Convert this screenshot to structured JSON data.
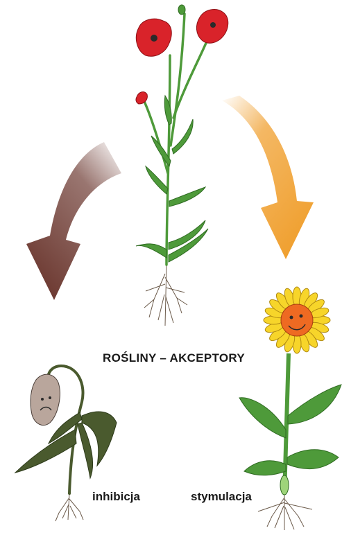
{
  "diagram": {
    "title": "ROŚLINY – AKCEPTORY",
    "outcomes": {
      "left": "inhibicja",
      "right": "stymulacja"
    }
  },
  "colors": {
    "inhibition_arrow": "#6e3b33",
    "stimulation_arrow": "#f0a030",
    "poppy_red": "#d9232a",
    "leaf_green": "#4e9a3a",
    "sunflower_petal": "#f7d52a",
    "sunflower_center": "#ee6a22",
    "wilted_flower": "#b9a69c",
    "wilted_leaf": "#4a5a2e"
  },
  "icons": [
    "poppy-plant",
    "wilted-plant",
    "sunflower-plant",
    "inhibition-arrow",
    "stimulation-arrow"
  ]
}
